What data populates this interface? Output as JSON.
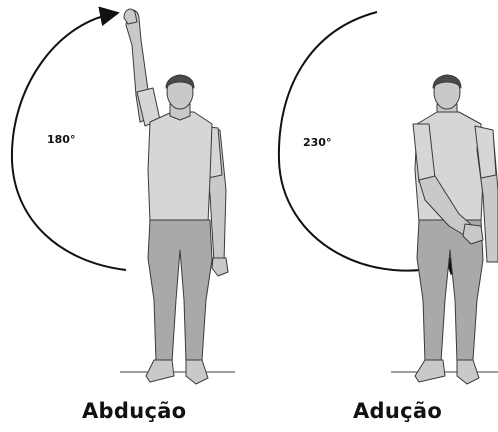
{
  "panels": {
    "abduction": {
      "angle": "180°",
      "caption": "Abdução"
    },
    "adduction": {
      "angle": "230°",
      "caption": "Adução"
    }
  },
  "colors": {
    "skin": "#c9c9c9",
    "shirt": "#d6d6d6",
    "pants": "#a9a9a9",
    "outline": "#3a3a3a",
    "hair": "#4a4a4a",
    "arrow": "#111111"
  },
  "icons": [
    "arrow-icon",
    "person-figure"
  ]
}
